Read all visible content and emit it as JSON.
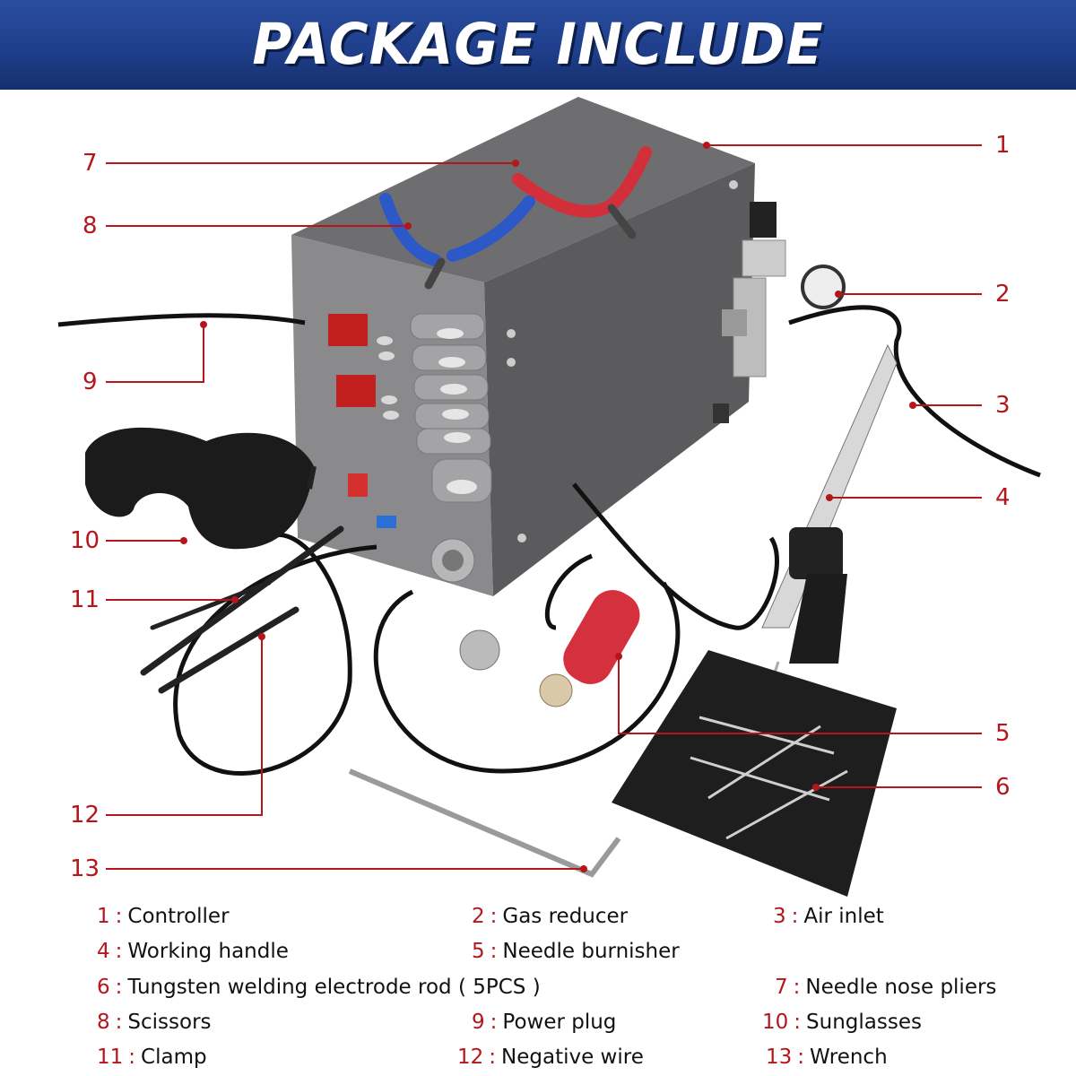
{
  "banner": {
    "title": "PACKAGE INCLUDE"
  },
  "callouts": [
    {
      "num": "1"
    },
    {
      "num": "2"
    },
    {
      "num": "3"
    },
    {
      "num": "4"
    },
    {
      "num": "5"
    },
    {
      "num": "6"
    },
    {
      "num": "7"
    },
    {
      "num": "8"
    },
    {
      "num": "9"
    },
    {
      "num": "10"
    },
    {
      "num": "11"
    },
    {
      "num": "12"
    },
    {
      "num": "13"
    }
  ],
  "legend": {
    "separator": ":",
    "items": [
      {
        "num": "1",
        "label": "Controller"
      },
      {
        "num": "2",
        "label": "Gas reducer"
      },
      {
        "num": "3",
        "label": "Air inlet"
      },
      {
        "num": "4",
        "label": "Working handle"
      },
      {
        "num": "5",
        "label": "Needle burnisher"
      },
      {
        "num": "6",
        "label": "Tungsten welding electrode rod ( 5PCS )"
      },
      {
        "num": "7",
        "label": "Needle nose pliers"
      },
      {
        "num": "8",
        "label": "Scissors"
      },
      {
        "num": "9",
        "label": "Power plug"
      },
      {
        "num": "10",
        "label": "Sunglasses"
      },
      {
        "num": "11",
        "label": "Clamp"
      },
      {
        "num": "12",
        "label": "Negative wire"
      },
      {
        "num": "13",
        "label": "Wrench"
      }
    ]
  },
  "colors": {
    "accent": "#b4161b",
    "banner": "#1f3f8c",
    "text": "#111111"
  }
}
